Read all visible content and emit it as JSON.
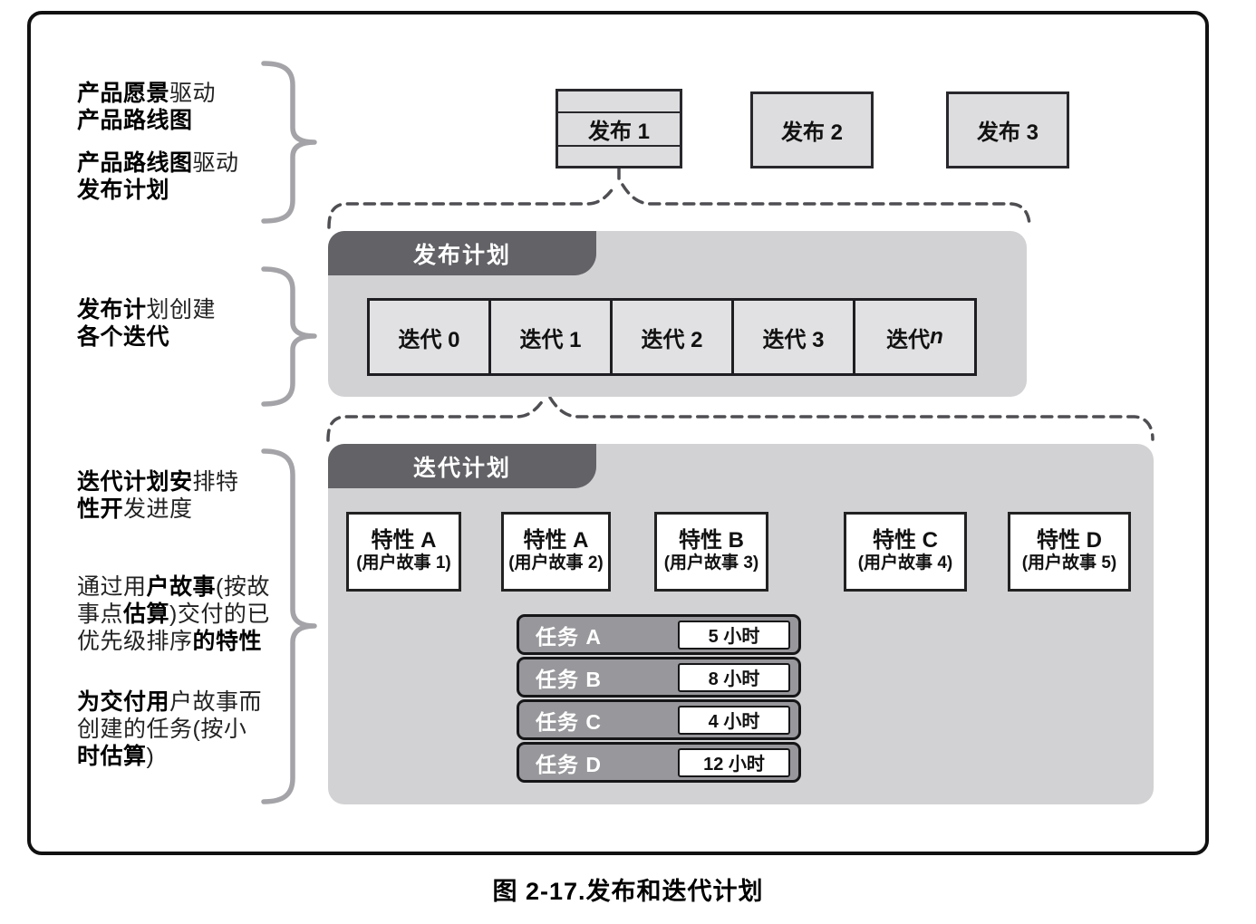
{
  "figure": {
    "caption": "图 2-17.发布和迭代计划"
  },
  "annotations": {
    "a1l1": [
      {
        "t": "产品愿景",
        "b": 1
      },
      {
        "t": "驱动",
        "b": 0
      }
    ],
    "a1l2": [
      {
        "t": "产品路线图",
        "b": 1
      }
    ],
    "a2l1": [
      {
        "t": "产品路线图",
        "b": 1
      },
      {
        "t": "驱动",
        "b": 0
      }
    ],
    "a2l2": [
      {
        "t": "发布计划",
        "b": 1
      }
    ],
    "b1l1": [
      {
        "t": "发布计",
        "b": 1
      },
      {
        "t": "划创建",
        "b": 0
      }
    ],
    "b1l2": [
      {
        "t": "各个迭代",
        "b": 1
      }
    ],
    "c1l1": [
      {
        "t": "迭代计划安",
        "b": 1
      },
      {
        "t": "排特",
        "b": 0
      }
    ],
    "c1l2": [
      {
        "t": "性开",
        "b": 1
      },
      {
        "t": "发进度",
        "b": 0
      }
    ],
    "c2l1": [
      {
        "t": "通过用",
        "b": 0
      },
      {
        "t": "户故事",
        "b": 1
      },
      {
        "t": "(按故",
        "b": 0
      }
    ],
    "c2l2": [
      {
        "t": "事点",
        "b": 0
      },
      {
        "t": "估算",
        "b": 1
      },
      {
        "t": ")交付的已",
        "b": 0
      }
    ],
    "c2l3": [
      {
        "t": "优先级排序",
        "b": 0
      },
      {
        "t": "的特性",
        "b": 1
      }
    ],
    "c3l1": [
      {
        "t": "为交付用",
        "b": 1
      },
      {
        "t": "户故事而",
        "b": 0
      }
    ],
    "c3l2": [
      {
        "t": "创建的任务(按小",
        "b": 0
      }
    ],
    "c3l3": [
      {
        "t": "时估算",
        "b": 1
      },
      {
        "t": ")",
        "b": 0
      }
    ]
  },
  "releases": {
    "r1": "发布 1",
    "r2": "发布 2",
    "r3": "发布 3"
  },
  "release_plan": {
    "tab": "发布计划",
    "iterations": [
      "迭代 0",
      "迭代 1",
      "迭代 2",
      "迭代 3"
    ],
    "iteration_n": [
      {
        "t": "迭代 "
      },
      {
        "t": "n",
        "i": 1
      }
    ]
  },
  "iteration_plan": {
    "tab": "迭代计划",
    "features": [
      {
        "name": "特性 A",
        "story": "(用户故事 1)"
      },
      {
        "name": "特性 A",
        "story": "(用户故事 2)"
      },
      {
        "name": "特性 B",
        "story": "(用户故事 3)"
      },
      {
        "name": "特性 C",
        "story": "(用户故事 4)"
      },
      {
        "name": "特性 D",
        "story": "(用户故事 5)"
      }
    ],
    "tasks": [
      {
        "name": "任务 A",
        "hours": "5 小时"
      },
      {
        "name": "任务 B",
        "hours": "8 小时"
      },
      {
        "name": "任务 C",
        "hours": "4 小时"
      },
      {
        "name": "任务 D",
        "hours": "12 小时"
      }
    ]
  },
  "colors": {
    "container_gray": "#d2d2d4",
    "tab_dark_gray": "#626267",
    "cell_gray": "#e1e1e3",
    "release_box_gray": "#dddddf",
    "task_row_gray": "#98989c",
    "brace_gray": "#a4a4a8",
    "dash_gray": "#4f4f53",
    "arrow_gray": "#8e8e92",
    "border_black": "#111111"
  }
}
